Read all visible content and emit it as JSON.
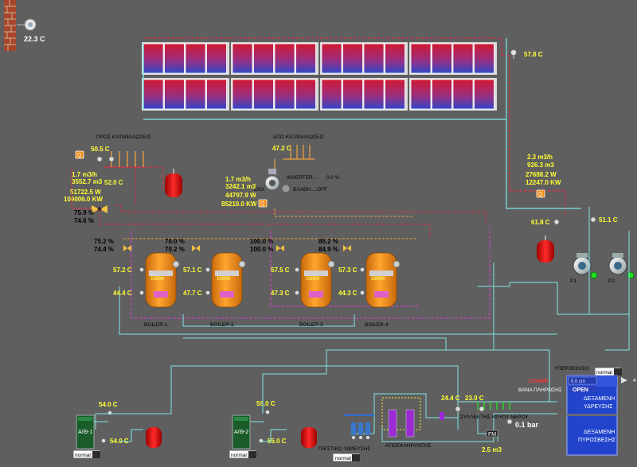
{
  "outdoor": {
    "temperature": "22.3 C"
  },
  "solar": {
    "outlet_temp": "57.8 C"
  },
  "consumers_out": {
    "label": "ΠΡΟΣ ΚΑΤΑΝΑΛΩΣΕΙΣ",
    "temp": "50.5 C",
    "temp_return": "52.0 C",
    "flow": "1.7 m3/h",
    "volume": "3552.7 m3",
    "power": "51722.5 W",
    "energy": "109006.0 KW",
    "valve_a": "75.9 %",
    "valve_b": "74.6 %"
  },
  "consumers_in": {
    "label": "ΑΠΟ ΚΑΤΑΝΑΛΩΣΕΙΣ",
    "temp": "47.2 C",
    "flow": "1.7 m3/h",
    "volume": "3242.1 m3",
    "power": "44797.9 W",
    "energy": "85210.0 KW",
    "inverter_label": "INVERTER....",
    "inverter_value": "0.0 %",
    "fault_label": "ΒΛΑΒΗ....",
    "fault_value": "OFF",
    "pump_label": "ΣNX"
  },
  "solar_loop": {
    "flow": "2.3 m3/h",
    "volume": "926.3 m3",
    "power": "27688.2 W",
    "energy": "12247.0 KW",
    "temp_a": "61.8 C",
    "temp_b": "51.1 C",
    "pump1_label": "P1",
    "pump2_label": "P2"
  },
  "boilers": [
    {
      "name": "BOILER-1",
      "capacity": "1500lt",
      "valve_a": "75.2 %",
      "valve_b": "74.4 %",
      "temp_top": "57.2 C",
      "temp_bottom": "44.4 C"
    },
    {
      "name": "BOILER-2",
      "capacity": "1500lt",
      "valve_a": "70.0 %",
      "valve_b": "70.2 %",
      "temp_top": "57.1 C",
      "temp_bottom": "47.7 C"
    },
    {
      "name": "BOILER-3",
      "capacity": "1500lt",
      "valve_a": "100.0 %",
      "valve_b": "100.0 %",
      "temp_top": "57.5 C",
      "temp_bottom": "47.3 C"
    },
    {
      "name": "BOILER-4",
      "capacity": "1500lt",
      "valve_a": "85.2 %",
      "valve_b": "84.9 %",
      "temp_top": "57.3 C",
      "temp_bottom": "44.3 C"
    }
  ],
  "heat_pumps": [
    {
      "name": "Α/Θ-1",
      "temp_supply": "54.0 C",
      "temp_return": "54.0 C",
      "status": "normal"
    },
    {
      "name": "Α/Θ-2",
      "temp_supply": "59.0 C",
      "temp_return": "55.0 C",
      "status": "normal"
    }
  ],
  "water_supply": {
    "pressure_label": "ΠΙΕΣΤΙΚΟ ΥΔΡΕΥΣΗΣ",
    "softener_label": "ΑΠΟΣΚΛΗΡΥΝΤΗΣ",
    "status": "normal",
    "cold_water_label": "ΣΥΛΛΕΚΤΗΣ ΚΡΥΟΥ ΝΕΡΟΥ",
    "temp_a": "24.4 C",
    "temp_b": "23.9 C",
    "pressure": "0.1 bar",
    "meter_label": "FM",
    "meter_volume": "2.5 m3"
  },
  "tank": {
    "overflow_label": "ΥΠΕΡΧΕΙΛΙΣΗ",
    "status": "normal",
    "level_label": "ΣΤΑΘΜΗ",
    "level_value": "0.0 cm",
    "fill_valve_label": "ΒΑΝΑ ΠΛΗΡΩΣΗΣ",
    "fill_valve_state": "OPEN",
    "water_tank_label": "ΔΕΞΑΜΕΝΗ ΥΔΡΕΥΣΗΣ",
    "fire_tank_label": "ΔΕΞΑΜΕΝΗ ΠΥΡΟΣΒΕΣΗΣ",
    "side_label": "4"
  },
  "colors": {
    "background": "#5f5f5f",
    "value_yellow": "#ffff33",
    "pipe_cyan": "#7fe6e6",
    "pipe_red": "#d0304a",
    "pipe_orange": "#f0a040",
    "pipe_magenta": "#d040d0",
    "boiler_orange": "#f08a14",
    "solar_red": "#c8102e",
    "solar_blue": "#3a4fbf",
    "tank_blue": "#2244cc"
  }
}
